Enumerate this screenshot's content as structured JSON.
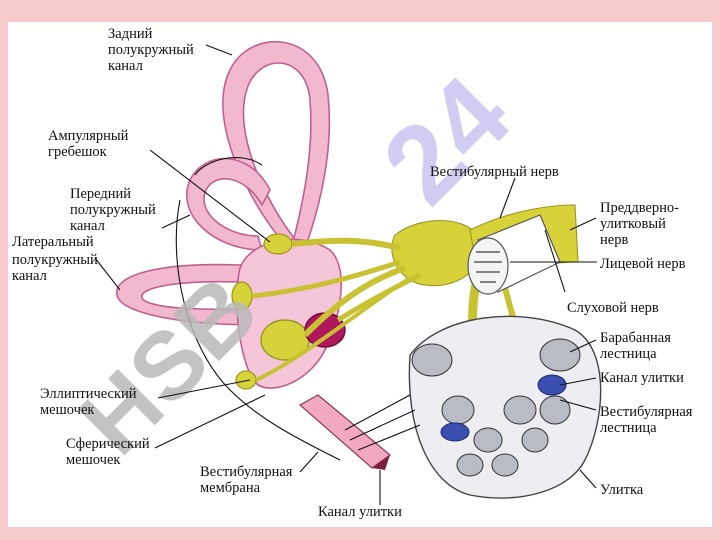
{
  "colors": {
    "page_bg": "#f6c9cb",
    "panel_bg": "#ffffff",
    "canal_pink": "#f2b8d0",
    "canal_outline": "#c06090",
    "nerve_yellow": "#d8d23a",
    "nerve_shadow": "#9a9520",
    "cochlea_gray": "#b9bcc4",
    "duct_blue": "#3a4fb0",
    "saccule_magenta": "#b0185e",
    "watermark": "#b9b9b9",
    "watermark_accent": "#c9c3ef"
  },
  "watermark": {
    "line1": "HSB",
    "line2": "24"
  },
  "labels": {
    "posterior_canal": [
      "Задний",
      "полукружный",
      "канал"
    ],
    "ampullary_crest": [
      "Ампулярный",
      "гребешок"
    ],
    "anterior_canal": [
      "Передний",
      "полукружный",
      "канал"
    ],
    "lateral_canal": [
      "Латеральный",
      "полукружный",
      "канал"
    ],
    "vestibular_nerve": "Вестибулярный нерв",
    "vestibulocochlear_nerve": [
      "Преддверно-",
      "улитковый",
      "нерв"
    ],
    "facial_nerve": "Лицевой нерв",
    "auditory_nerve": "Слуховой нерв",
    "scala_tympani": [
      "Барабанная",
      "лестница"
    ],
    "cochlear_duct_right": "Канал улитки",
    "scala_vestibuli": [
      "Вестибулярная",
      "лестница"
    ],
    "cochlea": "Улитка",
    "utricle": [
      "Эллиптический",
      "мешочек"
    ],
    "saccule": [
      "Сферический",
      "мешочек"
    ],
    "vestibular_membrane": [
      "Вестибулярная",
      "мембрана"
    ],
    "cochlear_duct_bottom": "Канал улитки"
  }
}
